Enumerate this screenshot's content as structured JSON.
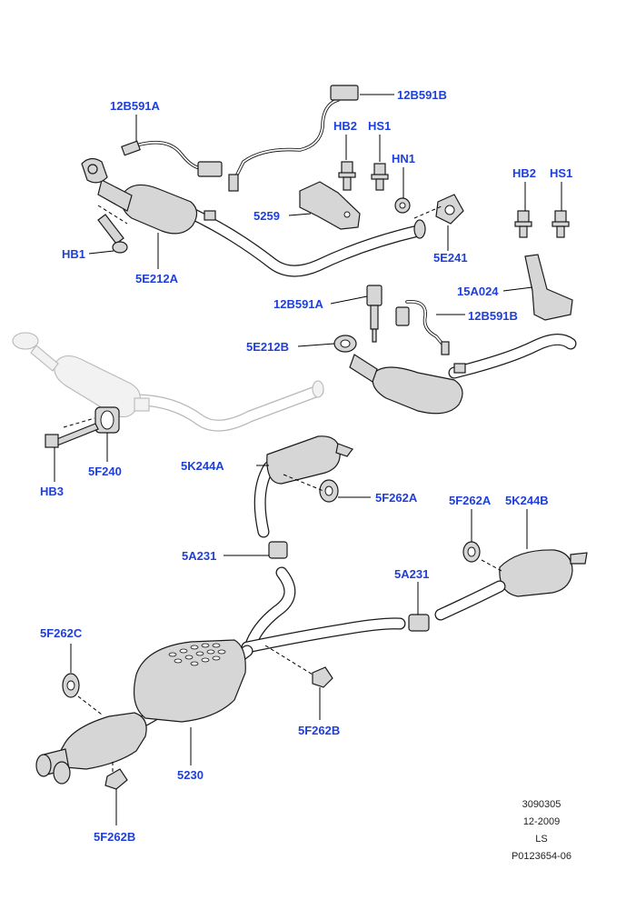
{
  "labels": {
    "l_12b591a_top": "12B591A",
    "l_12b591b_top": "12B591B",
    "l_hb2_a": "HB2",
    "l_hs1_a": "HS1",
    "l_hn1": "HN1",
    "l_hb2_b": "HB2",
    "l_hs1_b": "HS1",
    "l_5259": "5259",
    "l_5e241": "5E241",
    "l_hb1": "HB1",
    "l_5e212a": "5E212A",
    "l_15a024": "15A024",
    "l_12b591a_mid": "12B591A",
    "l_12b591b_mid": "12B591B",
    "l_5e212b": "5E212B",
    "l_5f240": "5F240",
    "l_hb3": "HB3",
    "l_5k244a": "5K244A",
    "l_5f262a_l": "5F262A",
    "l_5f262a_r": "5F262A",
    "l_5k244b": "5K244B",
    "l_5a231_l": "5A231",
    "l_5a231_r": "5A231",
    "l_5f262c": "5F262C",
    "l_5f262b_r": "5F262B",
    "l_5230": "5230",
    "l_5f262b_b": "5F262B"
  },
  "footer": [
    "3090305",
    "12-2009",
    "LS",
    "P0123654-06"
  ],
  "colors": {
    "label": "#1f3fd9",
    "line": "#1a1a1a",
    "ghost": "#b8b8b8"
  }
}
